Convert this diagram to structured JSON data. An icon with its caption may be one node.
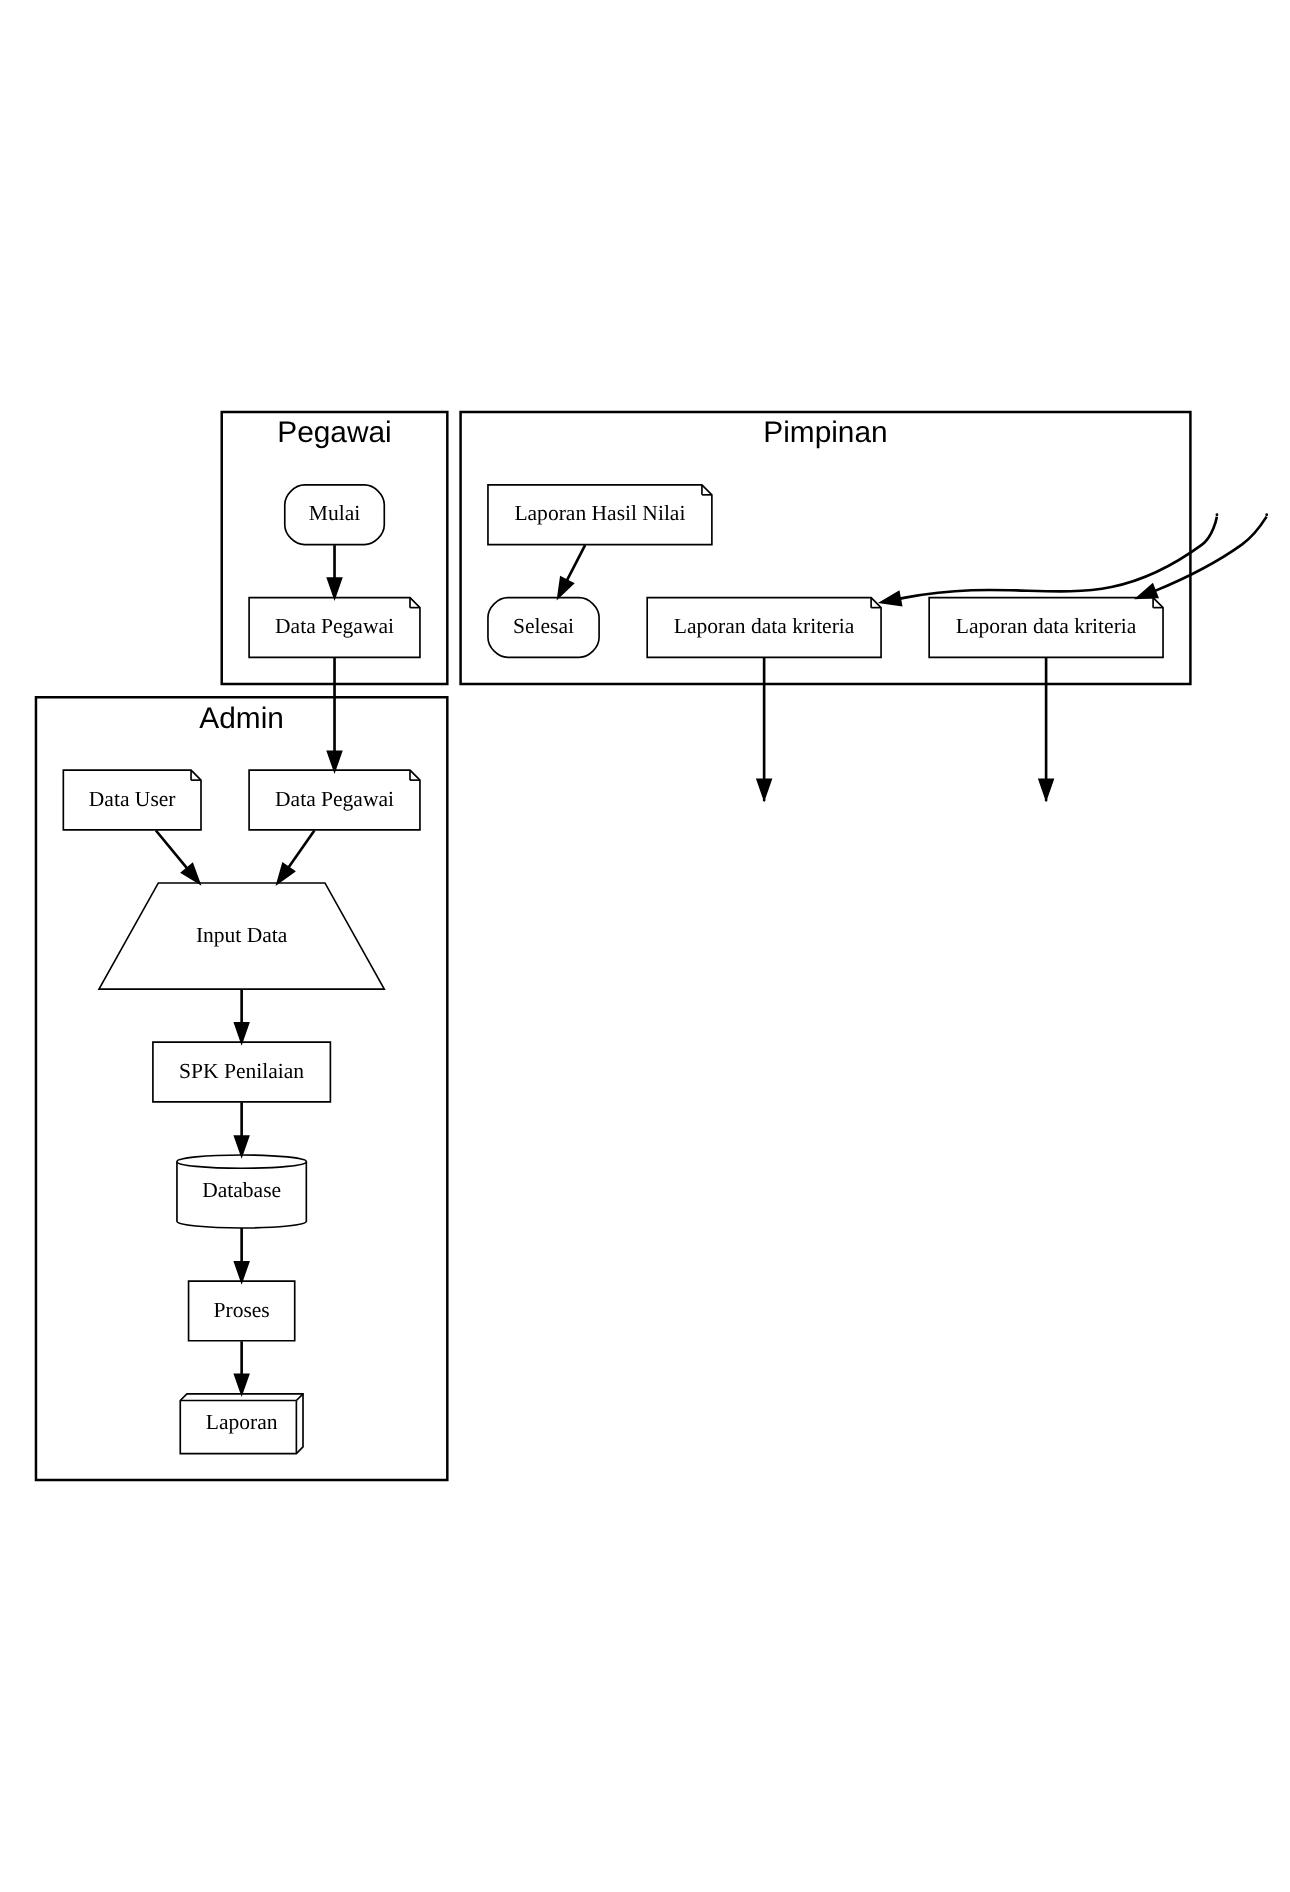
{
  "diagram": {
    "nodes": [
      {
        "text": [
          "Pegawai"
        ]
      },
      {
        "text": [
          "Mulai"
        ],
        "in": 0
      },
      {
        "text": [
          "Data Pegawai"
        ],
        "in": 0
      },
      {
        "text": [
          "Admin"
        ]
      },
      {
        "text": [
          "Data Pegawai"
        ],
        "in": 3
      },
      {
        "text": [
          "Data User"
        ],
        "in": 3
      },
      {
        "text": [
          "Input Data"
        ],
        "in": 3
      },
      {
        "text": [
          "SPK Penilaian"
        ],
        "in": 3
      },
      {
        "text": [
          "Database"
        ],
        "in": 3
      },
      {
        "text": [
          "Proses"
        ],
        "in": 3
      },
      {
        "text": [
          "Laporan"
        ],
        "in": 3
      },
      {
        "text": [
          "Pimpinan"
        ]
      },
      {
        "text": [
          "Laporan data kriteria"
        ],
        "in": 11
      },
      {
        "text": [
          "Laporan data kriteria"
        ],
        "in": 11
      },
      {
        "text": [
          "Laporan Hasil Nilai"
        ],
        "in": 11
      },
      {
        "text": [
          "Selesai"
        ],
        "in": 11
      }
    ],
    "edges": [
      {
        "from": 1,
        "to": 2,
        "arrow": "to"
      },
      {
        "from": 2,
        "to": 4,
        "arrow": "to"
      },
      {
        "from": 4,
        "to": 6,
        "arrow": "to"
      },
      {
        "from": 5,
        "to": 6,
        "arrow": "to"
      },
      {
        "from": 6,
        "to": 7,
        "arrow": "to"
      },
      {
        "from": 7,
        "to": 8,
        "arrow": "to"
      },
      {
        "from": 8,
        "to": 9,
        "arrow": "to"
      },
      {
        "from": 9,
        "to": 10,
        "arrow": "to"
      },
      {
        "from": null,
        "to": 12,
        "arrow": "to"
      },
      {
        "from": null,
        "to": 13,
        "arrow": "to"
      },
      {
        "from": 12,
        "to": null,
        "arrow": "to"
      },
      {
        "from": 13,
        "to": null,
        "arrow": "to"
      },
      {
        "from": 14,
        "to": 15,
        "arrow": "to"
      }
    ]
  }
}
